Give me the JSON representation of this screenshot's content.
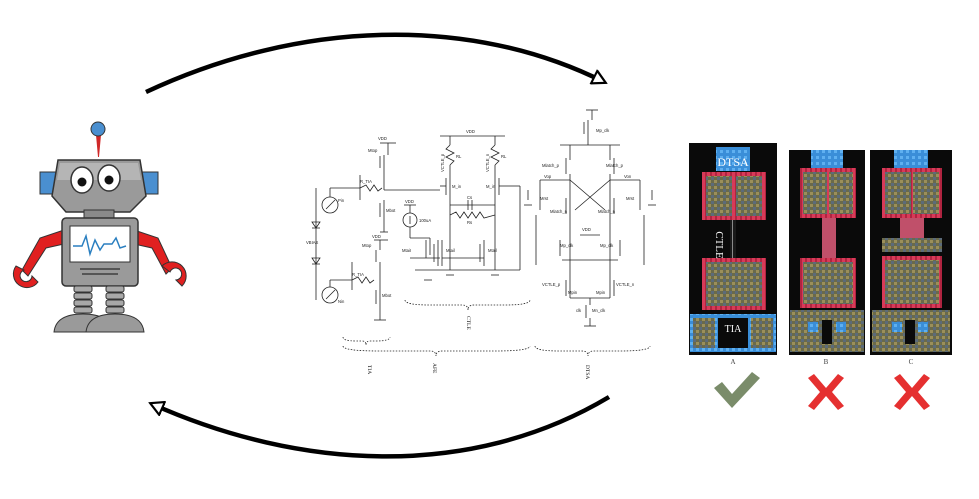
{
  "schematic": {
    "blocks": {
      "tia": "TIA",
      "ctle": "CTLE",
      "afe": "AFE",
      "dtsa": "DTSA"
    },
    "component_labels": {
      "vdd": "VDD",
      "mtop": "Mtop",
      "mbot": "Mbot",
      "rtia": "R_TIA",
      "pin": "Pin",
      "nin": "Nin",
      "vbias": "VBIAS",
      "i100": "100uA",
      "mtail": "Mtail",
      "mtail2": "Mtail",
      "mtail_l": "MtaiI",
      "rl1": "RL",
      "rl2": "RL",
      "rs": "Rs",
      "cs": "Cs",
      "min_p": "M_in",
      "min_n": "M_in",
      "vctle_p": "VCTLE_p",
      "vctle_n": "VCTLE_n",
      "mp_clk": "Mp_clk",
      "mlatch_p1": "Mlatch_p",
      "mlatch_p2": "Mlatch_p",
      "mlatch_n1": "Mlatch_n",
      "mlatch_n2": "Mlatch_n",
      "vop": "Vop",
      "von": "Von",
      "mrst1": "Mrst",
      "mrst2": "Mrst",
      "mp_clk2": "Mp_clk",
      "mp_clk3": "Mp_clk",
      "vctle_p2": "VCTLE_p",
      "vctle_n2": "VCTLE_n",
      "mpin": "Mpin",
      "mpin2": "Mpin",
      "mn_clk": "Mn_clk",
      "clk": "clk"
    }
  },
  "layouts": [
    {
      "label": "A",
      "top_block": "DTSA",
      "mid_block": "CTLE",
      "bottom_block": "TIA",
      "verdict": "check"
    },
    {
      "label": "B",
      "top_block": "",
      "mid_block": "",
      "bottom_block": "",
      "verdict": "cross"
    },
    {
      "label": "C",
      "top_block": "",
      "mid_block": "",
      "bottom_block": "",
      "verdict": "cross"
    }
  ],
  "colors": {
    "arrow": "#000000",
    "robot_body": "#8e8e8e",
    "robot_arms": "#e02020",
    "antenna_ball": "#4a8fd0",
    "check": "#7a8c6a",
    "cross": "#e53030",
    "chip_bg": "#0a0a0a",
    "chip_pink": "#d83a58",
    "chip_blue": "#3a8ed8"
  },
  "icons": {
    "robot": "robot-icon",
    "arrow_top": "curved-arrow-right",
    "arrow_bottom": "curved-arrow-left",
    "check": "check-icon",
    "cross": "cross-icon"
  }
}
